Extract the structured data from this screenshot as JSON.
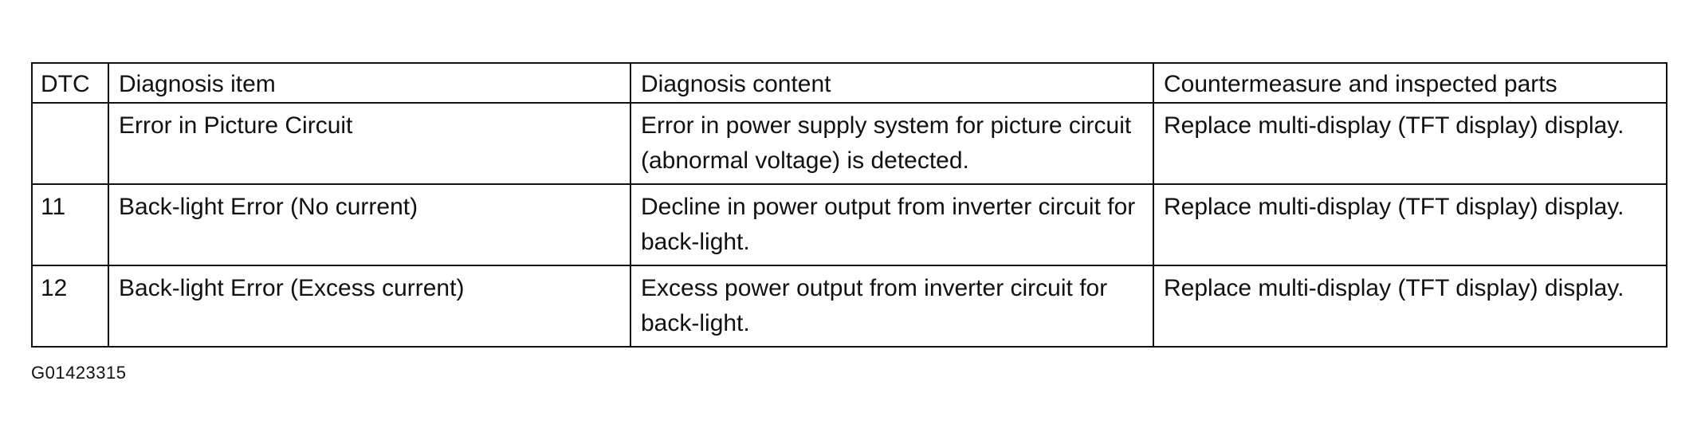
{
  "table": {
    "headers": {
      "dtc": "DTC",
      "item": "Diagnosis item",
      "content": "Diagnosis content",
      "countermeasure": "Countermeasure and inspected parts"
    },
    "rows": [
      {
        "dtc": "",
        "item": "Error in Picture Circuit",
        "content": "Error in power supply system for picture circuit (abnormal voltage) is detected.",
        "countermeasure": "Replace multi-display (TFT display) display."
      },
      {
        "dtc": "11",
        "item": "Back-light Error (No current)",
        "content": "Decline in power output from inverter circuit for back-light.",
        "countermeasure": "Replace multi-display (TFT display) display."
      },
      {
        "dtc": "12",
        "item": "Back-light Error (Excess current)",
        "content": "Excess power output from inverter circuit for back-light.",
        "countermeasure": "Replace multi-display (TFT display) display."
      }
    ]
  },
  "figure_id": "G01423315"
}
